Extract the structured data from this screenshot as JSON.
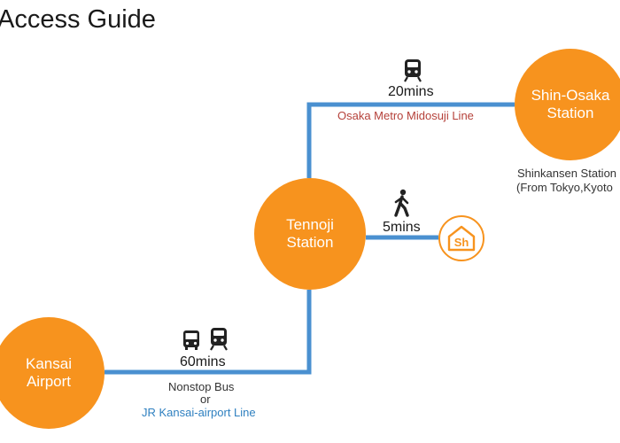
{
  "title": "Access Guide",
  "stations": {
    "kansai": [
      "Kansai",
      "Airport"
    ],
    "tennoji": [
      "Tennoji",
      "Station"
    ],
    "shin_osaka": [
      "Shin-Osaka",
      "Station"
    ]
  },
  "routes": {
    "airport_to_tennoji": {
      "duration": "60mins",
      "line1": "Nonstop Bus",
      "line2": "or",
      "line3": "JR Kansai-airport Line",
      "icons": [
        "bus-icon",
        "train-icon"
      ]
    },
    "tennoji_to_shin_osaka": {
      "duration": "20mins",
      "line": "Osaka Metro Midosuji Line",
      "icons": [
        "train-icon"
      ]
    },
    "tennoji_to_hotel": {
      "duration": "5mins",
      "icons": [
        "walking-person-icon"
      ],
      "hotel_logo_text": "Sh"
    }
  },
  "shin_osaka_note": {
    "line1": "Shinkansen Station",
    "line2": "(From Tokyo,Kyoto"
  },
  "colors": {
    "station": "#f7931e",
    "route_line": "#4a90d0",
    "metro_text": "#b5413a",
    "jr_text": "#2f80c0"
  }
}
